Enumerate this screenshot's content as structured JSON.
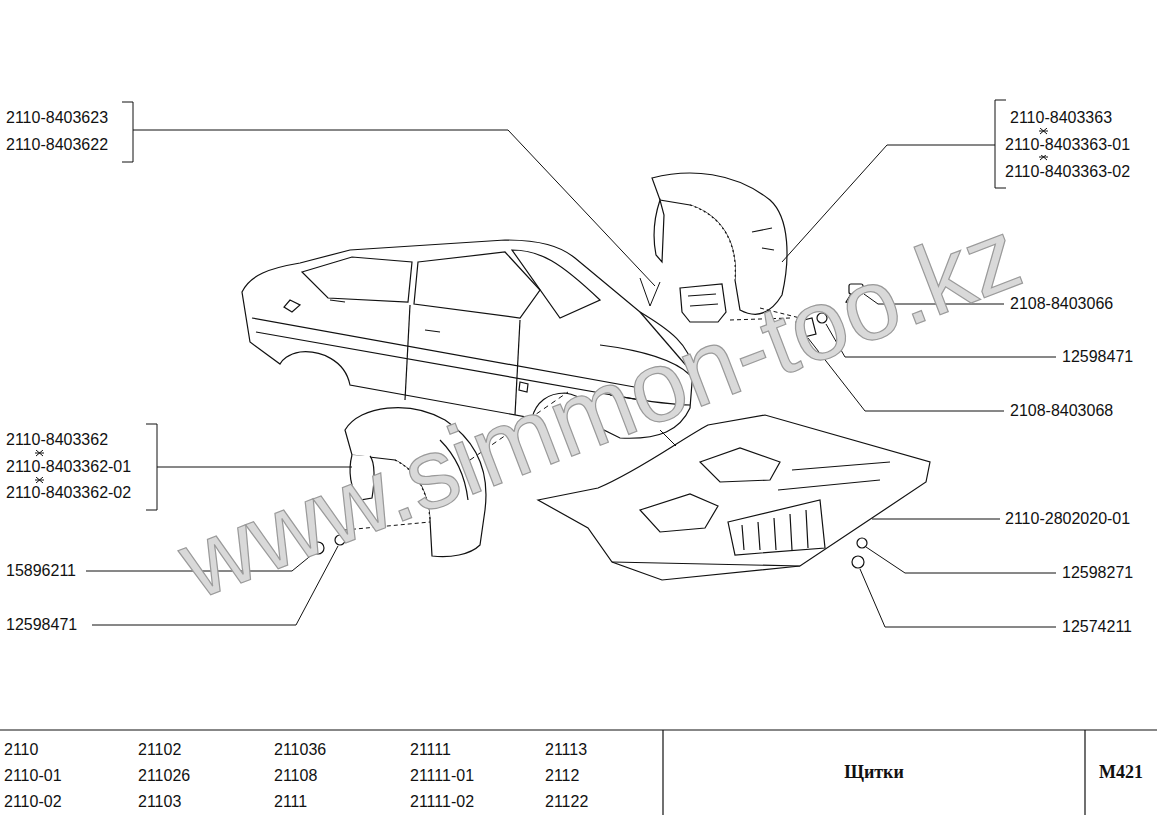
{
  "diagram": {
    "title": "Щитки",
    "labels": [
      "2110-8403623",
      "2110-8403622",
      "2110-8403363",
      "2110-8403363-01",
      "2110-8403363-02",
      "2108-8403066",
      "12598471",
      "2108-8403068",
      "2110-8403362",
      "2110-8403362-01",
      "2110-8403362-02",
      "2110-2802020-01",
      "15896211",
      "12598271",
      "12598471",
      "12574211",
      "www.simmon-too.kz",
      "2110",
      "21102",
      "211036",
      "21111",
      "21113",
      "2110-01",
      "211026",
      "21108",
      "21111-01",
      "2112",
      "2110-02",
      "21103",
      "2111",
      "21111-02",
      "21122",
      "M421"
    ]
  }
}
